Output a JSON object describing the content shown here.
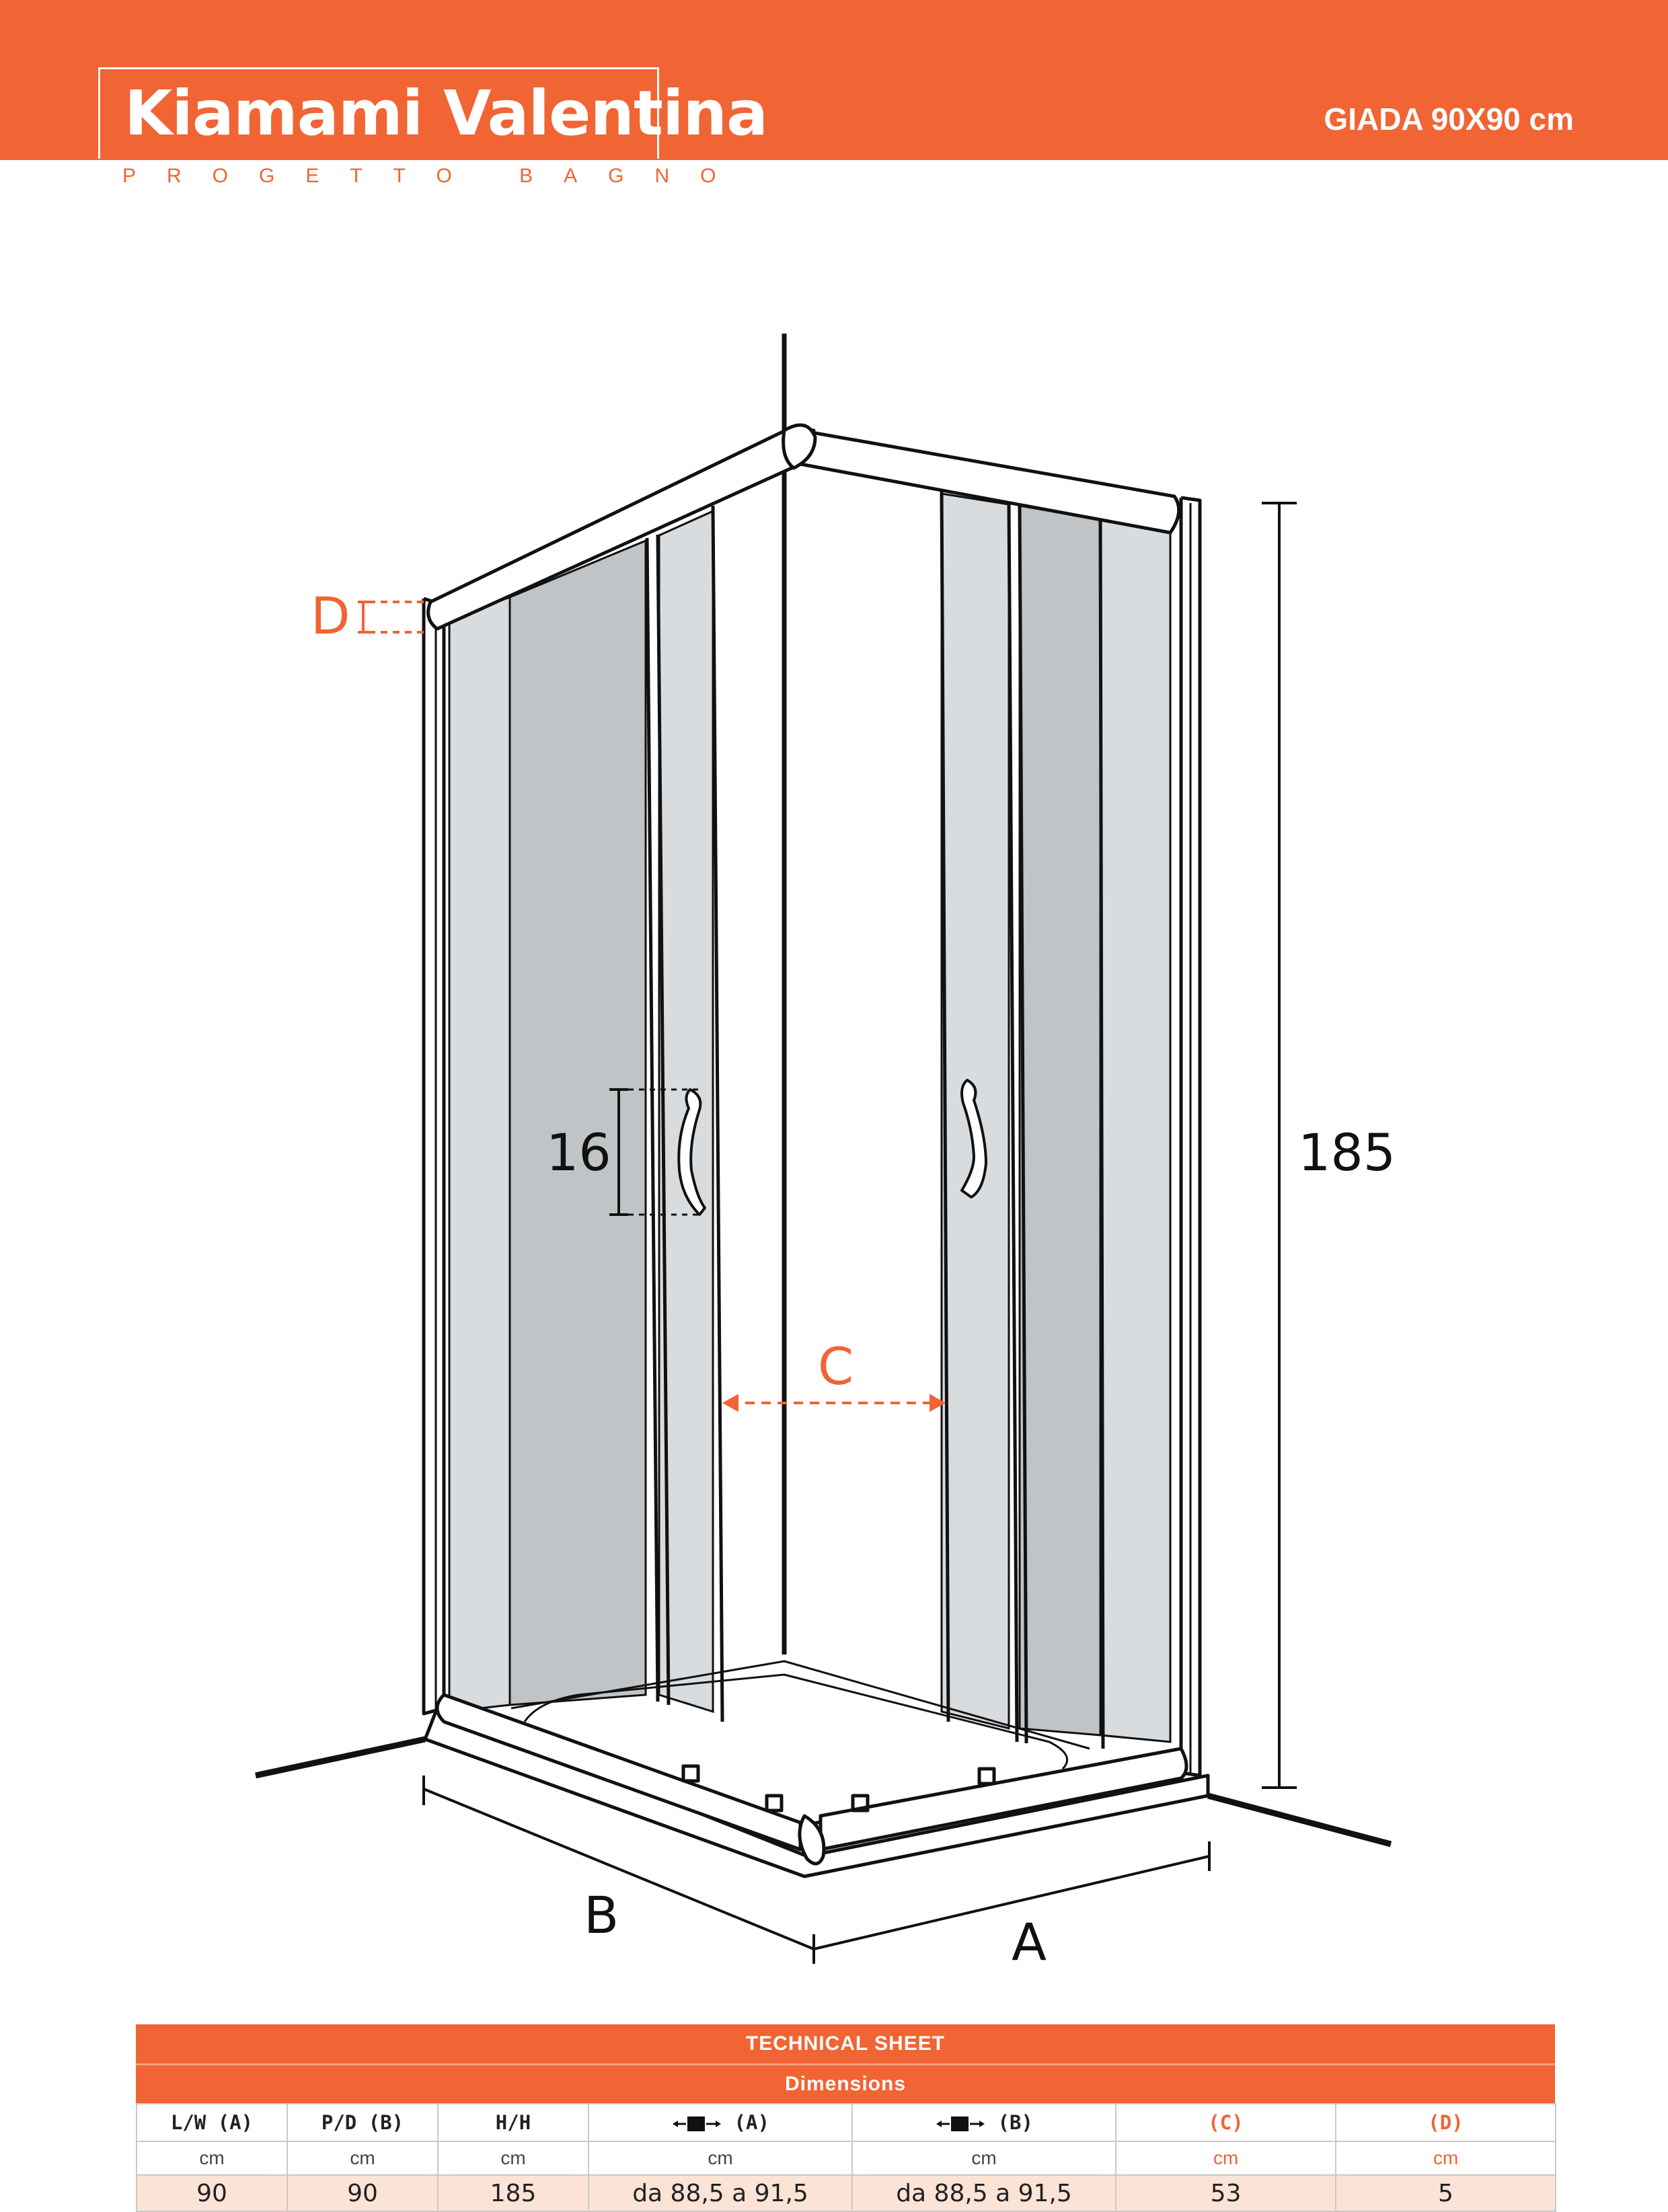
{
  "header": {
    "brand_name": "Kiamami Valentina",
    "brand_subtitle": "PROGETTO BAGNO",
    "model": "GIADA 90X90 cm"
  },
  "drawing": {
    "label_d": "D",
    "label_handle": "16",
    "label_height": "185",
    "label_c": "C",
    "label_b": "B",
    "label_a": "A"
  },
  "sheet": {
    "title": "TECHNICAL SHEET",
    "subtitle": "Dimensions",
    "columns": [
      "L/W (A)",
      "P/D (B)",
      "H/H",
      "(A)",
      "(B)",
      "(C)",
      "(D)"
    ],
    "units": [
      "cm",
      "cm",
      "cm",
      "cm",
      "cm",
      "cm",
      "cm"
    ],
    "values": [
      "90",
      "90",
      "185",
      "da 88,5 a 91,5",
      "da 88,5 a 91,5",
      "53",
      "5"
    ]
  },
  "colors": {
    "accent": "#f16433",
    "row_fill": "#fbe3d6",
    "glass_light": "#d9dcde",
    "glass_dark": "#c0c4c6"
  },
  "icons": [
    "arrow-opening-icon"
  ]
}
